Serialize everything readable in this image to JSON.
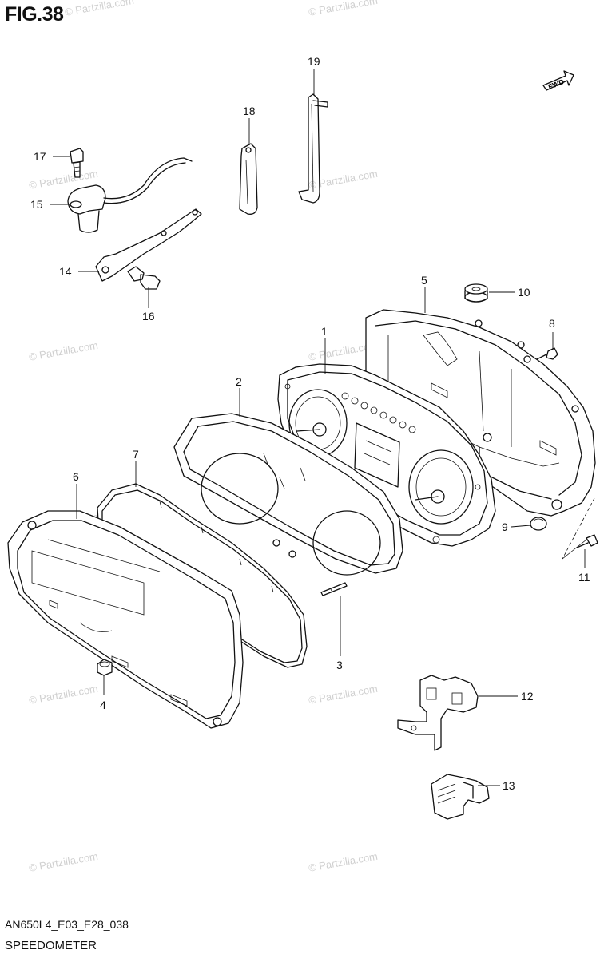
{
  "figure": {
    "title": "FIG.38",
    "code": "AN650L4_E03_E28_038",
    "name": "SPEEDOMETER"
  },
  "watermark": "© Partzilla.com",
  "fwd_label": "FWD",
  "callouts": [
    {
      "id": "c1",
      "label": "1"
    },
    {
      "id": "c2",
      "label": "2"
    },
    {
      "id": "c3",
      "label": "3"
    },
    {
      "id": "c4",
      "label": "4"
    },
    {
      "id": "c5",
      "label": "5"
    },
    {
      "id": "c6",
      "label": "6"
    },
    {
      "id": "c7",
      "label": "7"
    },
    {
      "id": "c8",
      "label": "8"
    },
    {
      "id": "c9",
      "label": "9"
    },
    {
      "id": "c10",
      "label": "10"
    },
    {
      "id": "c11",
      "label": "11"
    },
    {
      "id": "c12",
      "label": "12"
    },
    {
      "id": "c13",
      "label": "13"
    },
    {
      "id": "c14",
      "label": "14"
    },
    {
      "id": "c15",
      "label": "15"
    },
    {
      "id": "c16",
      "label": "16"
    },
    {
      "id": "c17",
      "label": "17"
    },
    {
      "id": "c18",
      "label": "18"
    },
    {
      "id": "c19",
      "label": "19"
    }
  ]
}
